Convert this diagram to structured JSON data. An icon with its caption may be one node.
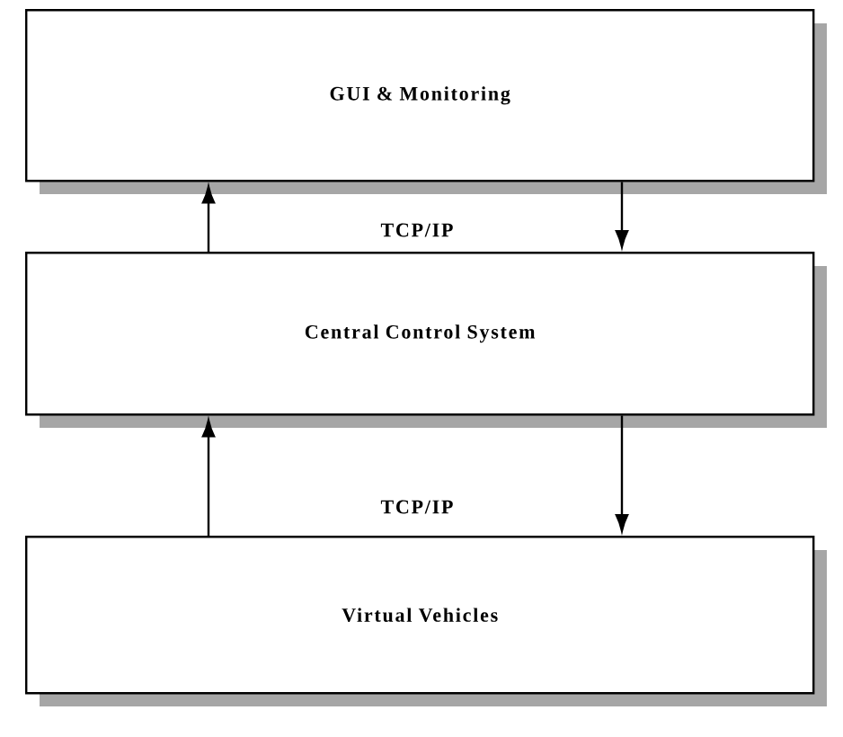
{
  "diagram": {
    "nodes": [
      {
        "text": [
          "GUI & Monitoring"
        ]
      },
      {
        "text": [
          "Central Control System"
        ]
      },
      {
        "text": [
          "Virtual Vehicles"
        ]
      }
    ],
    "edges": [
      {
        "from": 1,
        "to": 0,
        "arrow": "to"
      },
      {
        "from": 0,
        "to": 1,
        "arrow": "to"
      },
      {
        "from": 2,
        "to": 1,
        "arrow": "to"
      },
      {
        "from": 1,
        "to": 2,
        "arrow": "to"
      }
    ],
    "labels": [
      "TCP/IP",
      "TCP/IP"
    ]
  }
}
